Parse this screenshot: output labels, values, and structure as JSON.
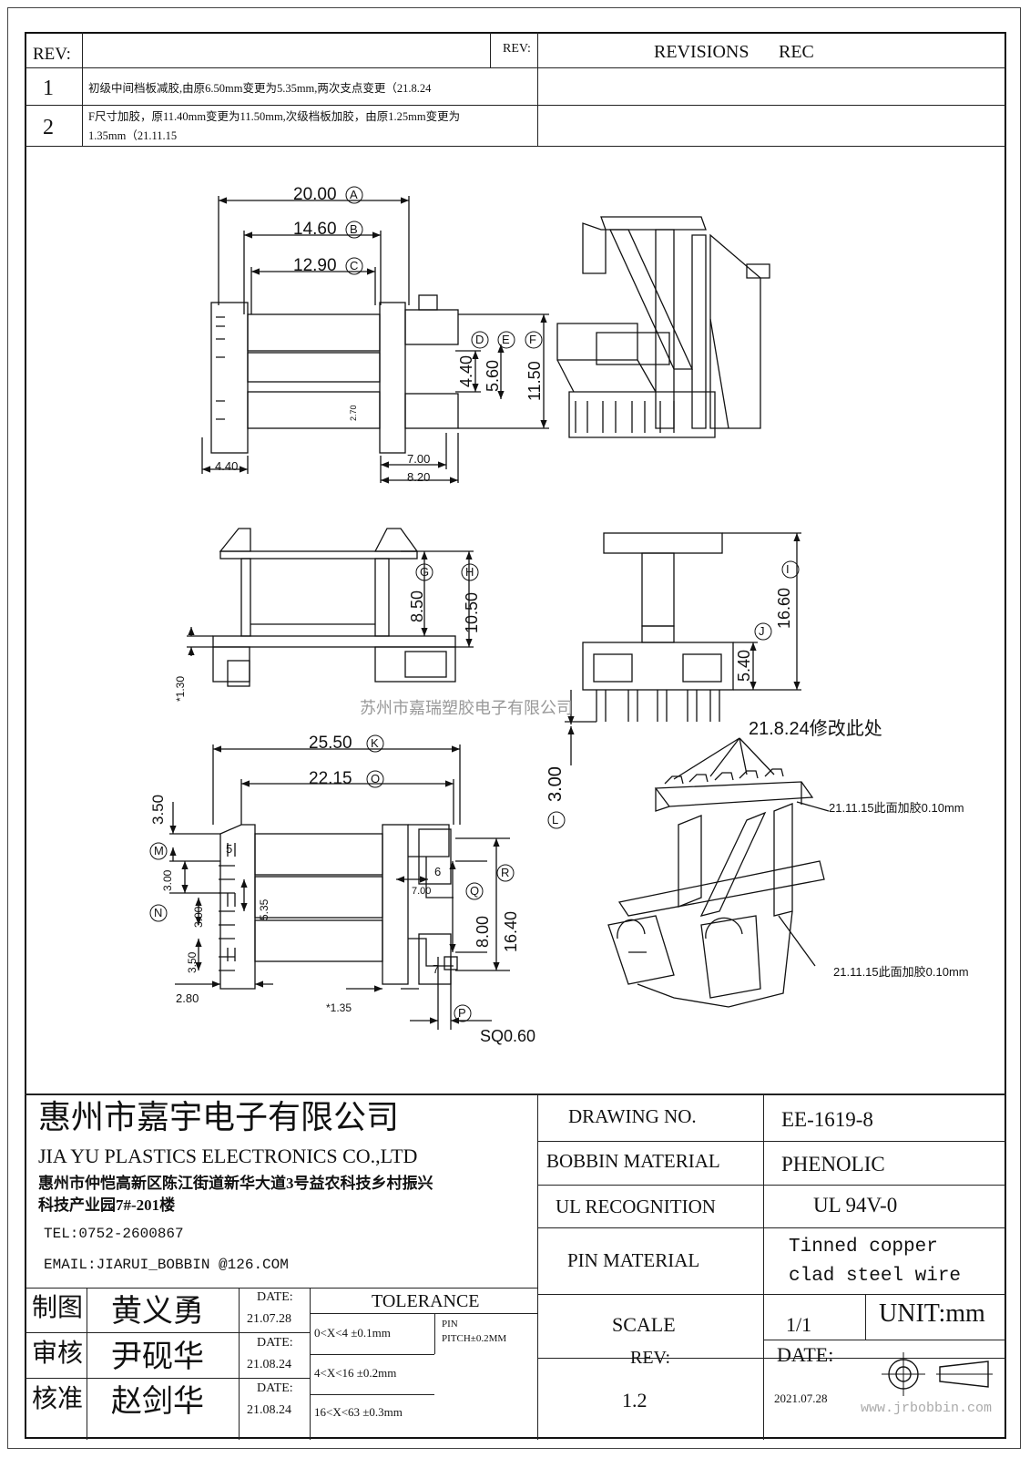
{
  "revision_table": {
    "rev_header": "REV:",
    "rev_header_right": "REV:",
    "revisions_header": "REVISIONS",
    "rec_header": "REC",
    "rows": [
      {
        "num": "1",
        "text_line1": "初级中间档板减胶,由原6.50mm变更为5.35mm,两次支点变更（21.8.24",
        "text_line2": ""
      },
      {
        "num": "2",
        "text_line1": "F尺寸加胶，原11.40mm变更为11.50mm,次级档板加胶，由原1.25mm变更为",
        "text_line2": "1.35mm（21.11.15"
      }
    ]
  },
  "drawing": {
    "dim_a": "20.00",
    "dim_b": "14.60",
    "dim_c": "12.90",
    "dim_d": "4.40",
    "dim_e": "5.60",
    "dim_f": "11.50",
    "dim_440_bottom": "4.40",
    "dim_700": "7.00",
    "dim_820": "8.20",
    "dim_270": "2.70",
    "dim_g": "8.50",
    "dim_h": "10.50",
    "dim_130": "*1.30",
    "dim_i": "16.60",
    "dim_j": "5.40",
    "dim_l": "3.00",
    "dim_k": "25.50",
    "dim_o": "22.15",
    "dim_m": "3.50",
    "dim_n": "3.00",
    "dim_300b": "3.00",
    "dim_350": "3.50",
    "dim_535": "5.35",
    "dim_280": "2.80",
    "dim_135": "*1.35",
    "dim_700b": "7.00",
    "dim_q": "8.00",
    "dim_r": "16.40",
    "dim_p": "SQ0.60",
    "pin_5": "5",
    "pin_6": "6",
    "pin_7": "7",
    "labels": {
      "A": "A",
      "B": "B",
      "C": "C",
      "D": "D",
      "E": "E",
      "F": "F",
      "G": "G",
      "H": "H",
      "I": "I",
      "J": "J",
      "K": "K",
      "L": "L",
      "M": "M",
      "N": "N",
      "O": "O",
      "P": "P",
      "Q": "Q",
      "R": "R"
    },
    "watermark": "苏州市嘉瑞塑胶电子有限公司",
    "note_modify": "21.8.24修改此处",
    "note_add_1": "21.11.15此面加胶0.10mm",
    "note_add_2": "21.11.15此面加胶0.10mm"
  },
  "company": {
    "name_cn": "惠州市嘉宇电子有限公司",
    "name_en": "JIA YU PLASTICS ELECTRONICS CO.,LTD",
    "address_line1": "惠州市仲恺高新区陈江街道新华大道3号益农科技乡村振兴",
    "address_line2": "科技产业园7#-201楼",
    "tel": "TEL:0752-2600867",
    "email": "EMAIL:JIARUI_BOBBIN @126.COM"
  },
  "spec": {
    "drawing_no_label": "DRAWING  NO.",
    "drawing_no": "EE-1619-8",
    "bobbin_material_label": "BOBBIN  MATERIAL",
    "bobbin_material": "PHENOLIC",
    "ul_label": "UL RECOGNITION",
    "ul_value": "UL 94V-0",
    "pin_material_label": "PIN MATERIAL",
    "pin_material_line1": "Tinned copper",
    "pin_material_line2": "clad steel wire",
    "scale_label": "SCALE",
    "scale_value": "1/1",
    "unit": "UNIT:mm",
    "rev_label": "REV:",
    "rev_value": "1.2",
    "date_label": "DATE:",
    "date_value": "2021.07.28",
    "website": "www.jrbobbin.com"
  },
  "signoff": {
    "rows": [
      {
        "role": "制图",
        "name": "黄义勇",
        "date_label": "DATE:",
        "date": "21.07.28"
      },
      {
        "role": "审核",
        "name": "尹砚华",
        "date_label": "DATE:",
        "date": "21.08.24"
      },
      {
        "role": "核准",
        "name": "赵剑华",
        "date_label": "DATE:",
        "date": "21.08.24"
      }
    ],
    "tolerance_title": "TOLERANCE",
    "tolerances": [
      "0<X<4  ±0.1mm",
      "4<X<16 ±0.2mm",
      "16<X<63 ±0.3mm"
    ],
    "pin_label": "PIN",
    "pin_pitch": "PITCH±0.2MM"
  }
}
